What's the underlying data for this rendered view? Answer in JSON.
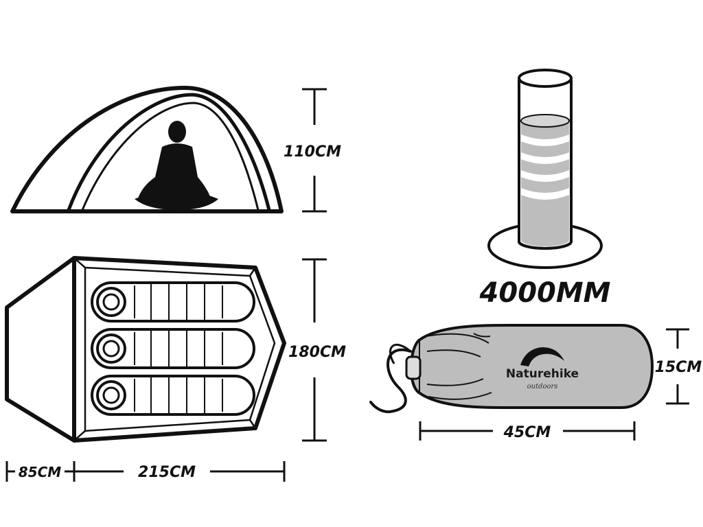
{
  "labels": {
    "height": "110CM",
    "width": "180CM",
    "vestibule": "85CM",
    "length": "215CM",
    "waterproof": "4000MM",
    "pack_length": "45CM",
    "pack_diameter": "15CM"
  },
  "brand": {
    "name": "Naturehike",
    "tagline": "outdoors"
  },
  "colors": {
    "stroke": "#111111",
    "gray_fill": "#bdbdbd",
    "light_gray": "#d6d6d6"
  }
}
